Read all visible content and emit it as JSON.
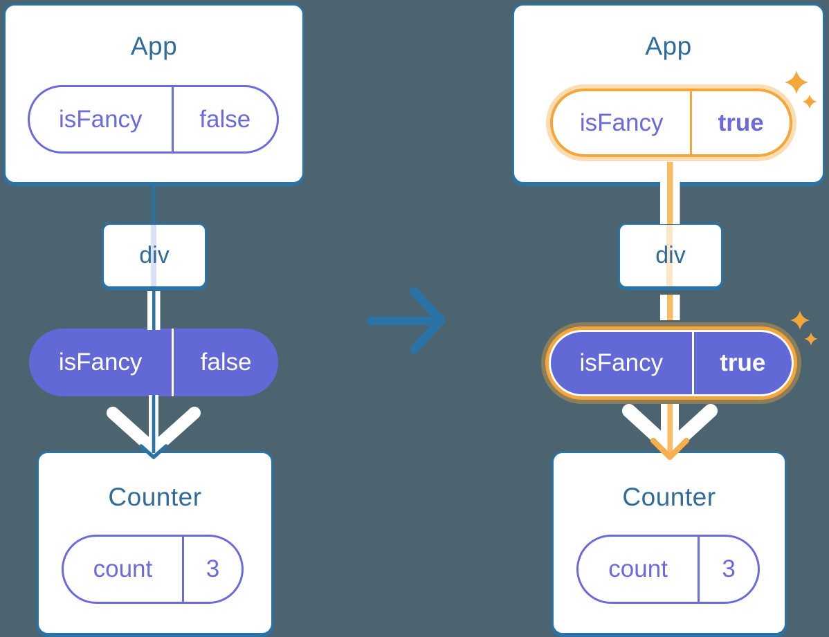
{
  "colors": {
    "background": "#4C6470",
    "edge_blue": "#2B73A4",
    "title_text": "#2F6B9B",
    "purple_outline": "#6A6ADC",
    "purple_fill": "#6268D6",
    "faint_purple_line": "#D9E2F4",
    "highlight_orange": "#F5A63B",
    "orange_line": "#F9BC62",
    "faint_orange_line": "#FBE8CB"
  },
  "icons": {
    "transition_arrow": "right-arrow-icon",
    "flow_chevron": "flow-chevron-icon",
    "sparkle": "sparkle-icon"
  },
  "before": {
    "app": {
      "title": "App",
      "state_key": "isFancy",
      "state_value": "false"
    },
    "div_label": "div",
    "prop_key": "isFancy",
    "prop_value": "false",
    "counter": {
      "title": "Counter",
      "state_key": "count",
      "state_value": "3"
    }
  },
  "after": {
    "app": {
      "title": "App",
      "state_key": "isFancy",
      "state_value": "true"
    },
    "div_label": "div",
    "prop_key": "isFancy",
    "prop_value": "true",
    "counter": {
      "title": "Counter",
      "state_key": "count",
      "state_value": "3"
    }
  }
}
